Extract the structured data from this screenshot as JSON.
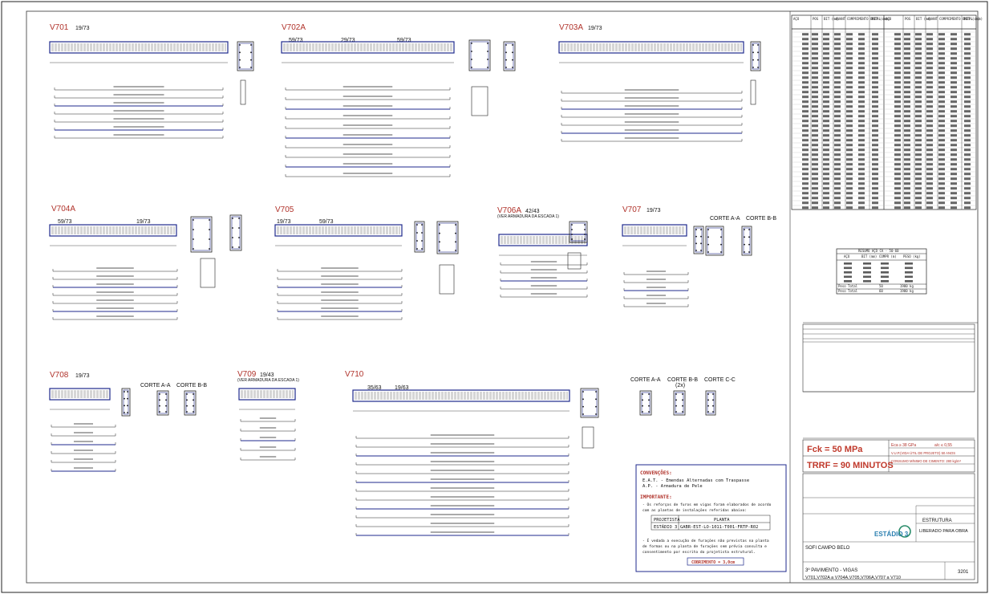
{
  "beams": [
    {
      "id": "v701",
      "label": "V701",
      "dims": "19/73"
    },
    {
      "id": "v702a",
      "label": "V702A",
      "dims": ""
    },
    {
      "id": "v703a",
      "label": "V703A",
      "dims": "19/73"
    },
    {
      "id": "v704a",
      "label": "V704A",
      "dims": ""
    },
    {
      "id": "v705",
      "label": "V705",
      "dims": ""
    },
    {
      "id": "v706a",
      "label": "V706A",
      "dims": "42/43",
      "note": "(VER ARMADURA DA ESCADA 1)"
    },
    {
      "id": "v707",
      "label": "V707",
      "dims": "19/73"
    },
    {
      "id": "v708",
      "label": "V708",
      "dims": "19/73"
    },
    {
      "id": "v709",
      "label": "V709",
      "dims": "19/43",
      "note": "(VER ARMADURA DA ESCADA 1)"
    },
    {
      "id": "v710",
      "label": "V710",
      "dims": ""
    }
  ],
  "segment_labels": {
    "v702a": [
      "59/73",
      "29/73",
      "59/73"
    ],
    "v704a": [
      "59/73",
      "19/73"
    ],
    "v705": [
      "19/73",
      "59/73"
    ],
    "v710": [
      "35/63",
      "19/63"
    ]
  },
  "cortes": {
    "v707": [
      "CORTE A-A",
      "CORTE B-B"
    ],
    "v708": [
      "CORTE A-A",
      "CORTE B-B"
    ],
    "v710": [
      "CORTE A-A",
      "CORTE B-B",
      "(2x)",
      "CORTE C-C"
    ]
  },
  "steel_table": {
    "headers": [
      "AÇO",
      "POS",
      "BIT (mm)",
      "QUANT",
      "COMPRIMENTO UNIT (cm)",
      "TOTAL (cm)"
    ]
  },
  "summary_table": {
    "title": "RESUMO AÇO CA - 50-60",
    "headers": [
      "AÇO",
      "BIT (mm)",
      "COMPR (m)",
      "PESO (kg)"
    ],
    "rows": [
      {
        "label": "Peso Total",
        "aco": "50",
        "value": "1980 kg"
      },
      {
        "label": "Peso Total",
        "aco": "60",
        "value": "1980 kg"
      }
    ]
  },
  "specs": {
    "fck": "Fck = 50 MPa",
    "trrf": "TRRF = 90 MINUTOS",
    "eca": "Eca ≥ 38 GPa",
    "ac": "a/c ≤ 0,55",
    "vup": "V.U.P.(VIDA ÚTIL DE PROJETO) 50 ANOS",
    "consumo": "CONSUMO MÍNIMO DE CIMENTO: 280 kg/m³"
  },
  "conventions": {
    "title": "CONVENÇÕES:",
    "lines": [
      "E.A.T. - Emendas Alternadas com Traspasse",
      "A.P.   - Armadura de Pele"
    ],
    "important_title": "IMPORTANTE:",
    "important_lines": [
      "- Os reforços de furos em vigas foram elaborados de acordo",
      "  com as plantas de instalações referidas abaixo:"
    ],
    "table_headers": [
      "PROJETISTA",
      "PLANTA"
    ],
    "table_row": [
      "ESTÁDIO 3",
      "GABR-EST-LO-1011-T001-FRTP-R02"
    ],
    "note_lines": [
      "- É vedada a execução de furações não previstas na planta",
      "  de formas ou na planta de furações sem prévia consulta e",
      "  consentimento por escrito do projetista estrutural."
    ],
    "cobrimento": "COBRIMENTO = 3,0cm"
  },
  "title_block": {
    "discipline": "ESTRUTURA",
    "status": "LIBERADO PARA OBRA",
    "company": "ESTÁDIO 3",
    "project": "SOFI CAMPO BELO",
    "sheet_title": "3º PAVIMENTO - VIGAS",
    "sheet_subtitle": "V701,V702A a V704A,V705,V706A,V707 a V710",
    "sheet_number": "3201"
  },
  "colors": {
    "beam_label": "#b0322a",
    "dim_line": "#1f2a8c",
    "spec_red": "#c0392b"
  }
}
